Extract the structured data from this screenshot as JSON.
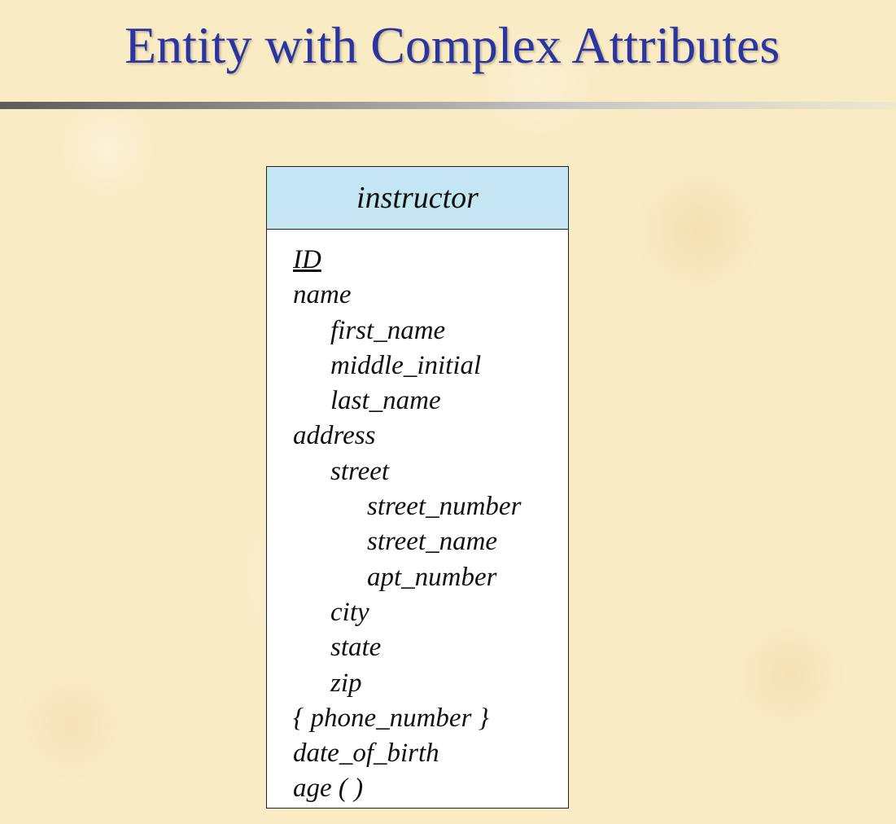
{
  "slide": {
    "title": "Entity with Complex Attributes"
  },
  "entity": {
    "name": "instructor",
    "attributes": [
      {
        "label": "ID",
        "level": 0,
        "key": true
      },
      {
        "label": "name",
        "level": 0
      },
      {
        "label": "first_name",
        "level": 1
      },
      {
        "label": "middle_initial",
        "level": 1
      },
      {
        "label": "last_name",
        "level": 1
      },
      {
        "label": "address",
        "level": 0
      },
      {
        "label": "street",
        "level": 1
      },
      {
        "label": "street_number",
        "level": 2
      },
      {
        "label": "street_name",
        "level": 2
      },
      {
        "label": "apt_number",
        "level": 2
      },
      {
        "label": "city",
        "level": 1
      },
      {
        "label": "state",
        "level": 1
      },
      {
        "label": "zip",
        "level": 1
      },
      {
        "label": "{ phone_number }",
        "level": 0
      },
      {
        "label": "date_of_birth",
        "level": 0
      },
      {
        "label": "age ( )",
        "level": 0
      }
    ]
  },
  "colors": {
    "title": "#2b34a0",
    "header_fill": "#c3e6f2",
    "background": "#f9ebc4"
  }
}
